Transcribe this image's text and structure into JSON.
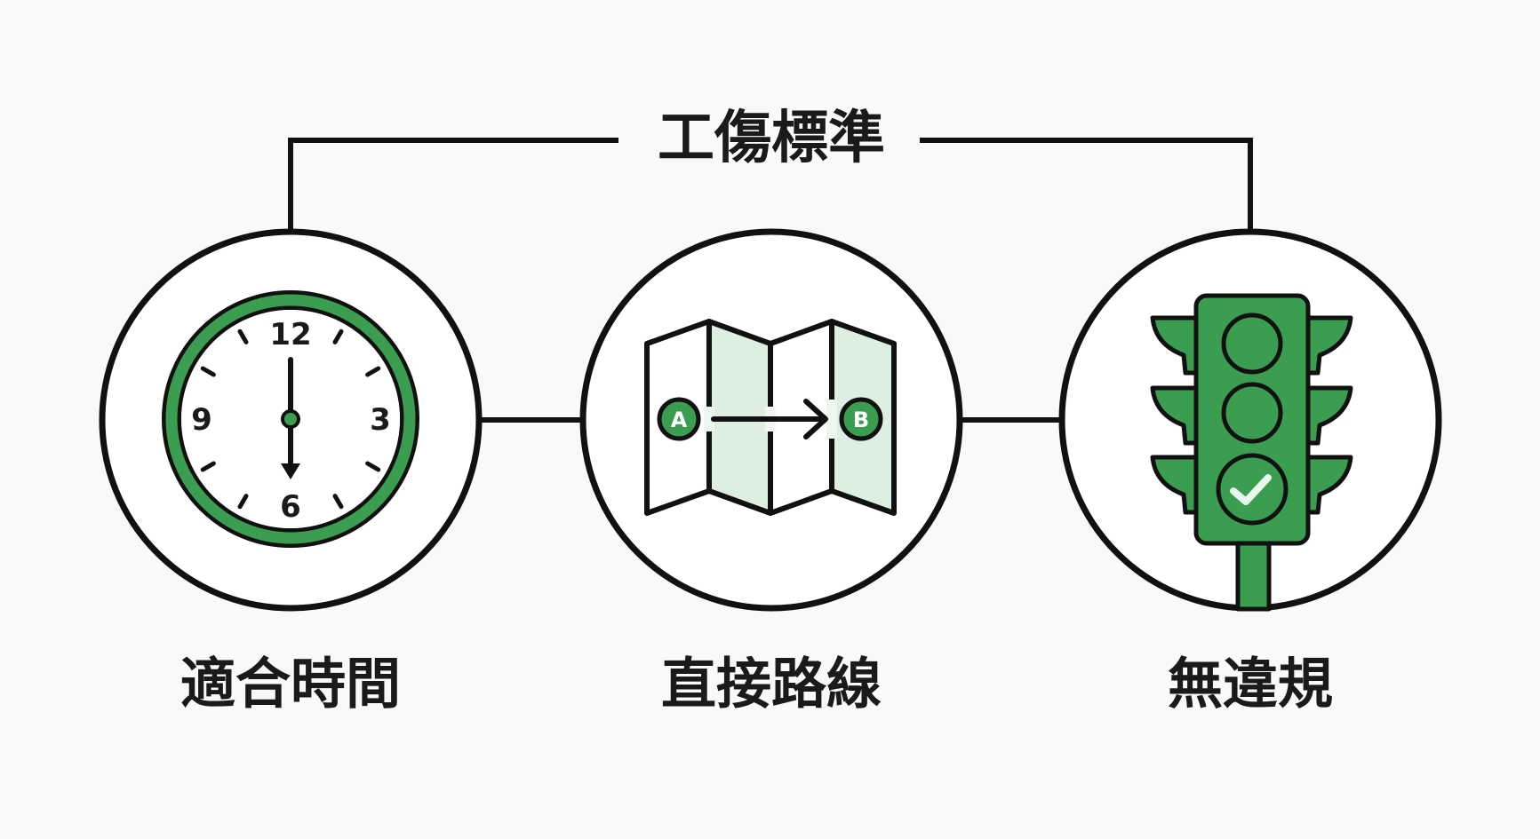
{
  "title": "工傷標準",
  "criteria": [
    {
      "label": "適合時間",
      "icon": "clock-icon"
    },
    {
      "label": "直接路線",
      "icon": "map-route-icon"
    },
    {
      "label": "無違規",
      "icon": "traffic-light-icon"
    }
  ],
  "clock": {
    "n12": "12",
    "n3": "3",
    "n6": "6",
    "n9": "9"
  },
  "map": {
    "start": "A",
    "end": "B"
  },
  "colors": {
    "green": "#3a9d4f",
    "light_green": "#dcefe0",
    "line": "#111111",
    "background": "#f9f9f7"
  }
}
